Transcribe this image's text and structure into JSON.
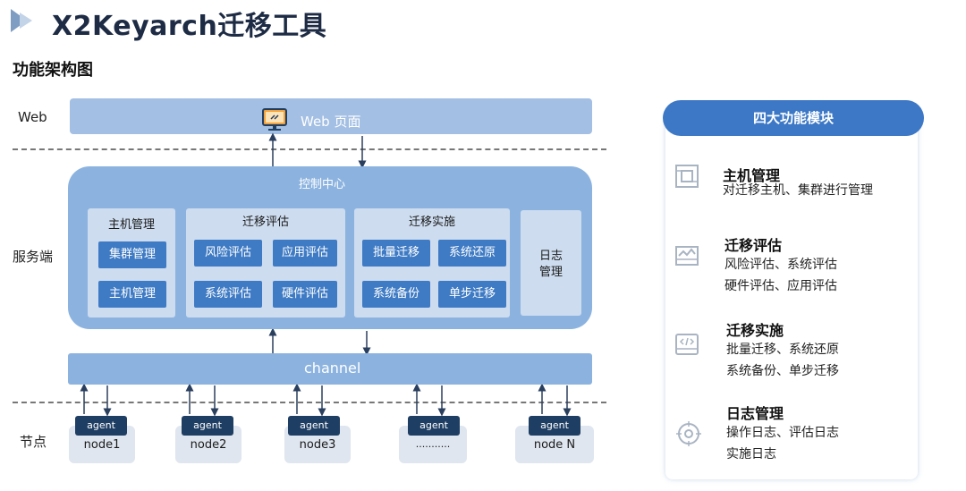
{
  "header": {
    "title": "X2Keyarch迁移工具"
  },
  "section_title": "功能架构图",
  "layers": {
    "web": "Web",
    "server": "服务端",
    "nodes": "节点"
  },
  "web_page": {
    "label": "Web 页面"
  },
  "control_center": {
    "title": "控制中心",
    "groups": [
      {
        "title": "主机管理",
        "items": [
          "集群管理",
          "主机管理"
        ]
      },
      {
        "title": "迁移评估",
        "items": [
          "风险评估",
          "应用评估",
          "系统评估",
          "硬件评估"
        ]
      },
      {
        "title": "迁移实施",
        "items": [
          "批量迁移",
          "系统还原",
          "系统备份",
          "单步迁移"
        ]
      },
      {
        "title": "日志管理"
      }
    ]
  },
  "log_box": {
    "line1": "日志",
    "line2": "管理"
  },
  "channel": {
    "label": "channel"
  },
  "nodes": [
    {
      "agent": "agent",
      "name": "node1"
    },
    {
      "agent": "agent",
      "name": "node2"
    },
    {
      "agent": "agent",
      "name": "node3"
    },
    {
      "agent": "agent",
      "name": "..........."
    },
    {
      "agent": "agent",
      "name": "node N"
    }
  ],
  "panel": {
    "header": "四大功能模块",
    "features": [
      {
        "title": "主机管理",
        "icon": "host-icon",
        "lines": [
          "对迁移主机、集群进行管理"
        ]
      },
      {
        "title": "迁移评估",
        "icon": "evaluate-icon",
        "lines": [
          "风险评估、系统评估",
          "硬件评估、应用评估"
        ]
      },
      {
        "title": "迁移实施",
        "icon": "code-icon",
        "lines": [
          "批量迁移、系统还原",
          "系统备份、单步迁移"
        ]
      },
      {
        "title": "日志管理",
        "icon": "target-icon",
        "lines": [
          "操作日志、评估日志",
          "实施日志"
        ]
      }
    ]
  },
  "colors": {
    "accent": "#3c78c6",
    "button": "#3f7bc4",
    "panel_bg": "#8cb3df",
    "group_bg": "#cddcef",
    "agent": "#1f3e63"
  }
}
